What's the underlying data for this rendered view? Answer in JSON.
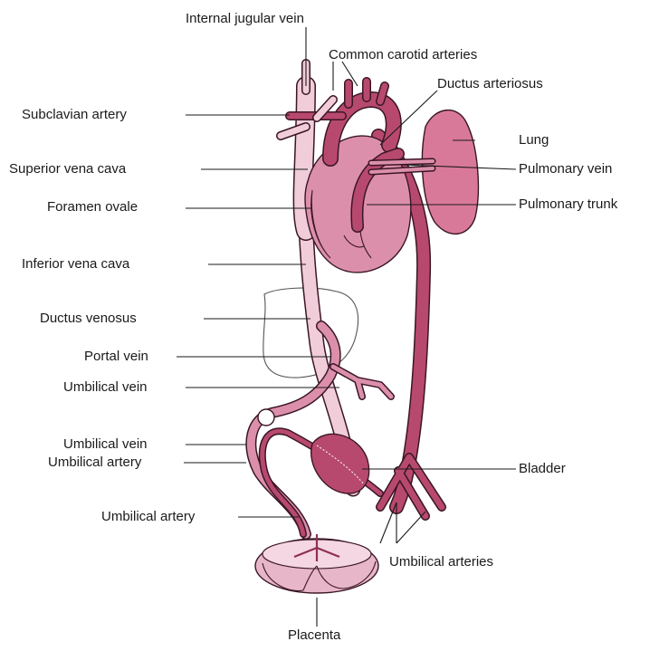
{
  "labels": {
    "internal_jugular_vein": "Internal jugular vein",
    "common_carotid_arteries": "Common carotid arteries",
    "ductus_arteriosus": "Ductus arteriosus",
    "subclavian_artery": "Subclavian artery",
    "lung": "Lung",
    "superior_vena_cava": "Superior vena cava",
    "pulmonary_vein": "Pulmonary vein",
    "foramen_ovale": "Foramen ovale",
    "pulmonary_trunk": "Pulmonary trunk",
    "inferior_vena_cava": "Inferior vena cava",
    "ductus_venosus": "Ductus venosus",
    "portal_vein": "Portal vein",
    "umbilical_vein_1": "Umbilical vein",
    "umbilical_vein_2": "Umbilical vein",
    "umbilical_artery_1": "Umbilical artery",
    "bladder": "Bladder",
    "umbilical_artery_2": "Umbilical artery",
    "umbilical_arteries": "Umbilical arteries",
    "placenta": "Placenta"
  },
  "colors": {
    "artery": "#b8496e",
    "artery_dark": "#8f2f52",
    "vein_light": "#f0cdd9",
    "mixed": "#dc8fab",
    "lung": "#d9799a",
    "liver": "#ffffff",
    "outline": "#3a1626"
  }
}
